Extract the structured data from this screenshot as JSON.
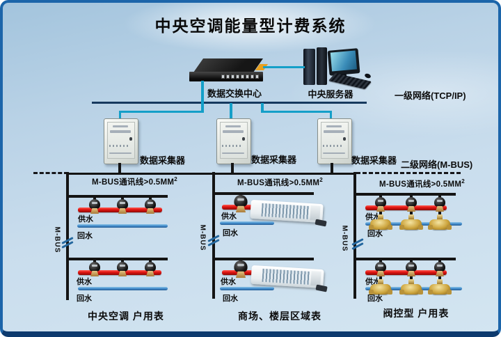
{
  "title": "中央空调能量型计费系统",
  "topology": {
    "switch_label": "数据交换中心",
    "server_label": "中央服务器",
    "level1_network_label": "一级网络(TCP/IP)",
    "level2_network_label": "二级网络(M-BUS)",
    "collector_label": "数据采集器",
    "riser_label": "M-BUS"
  },
  "labels": {
    "bus_line": "M-BUS通讯线>0.5MM",
    "bus_line_sup": "2",
    "supply": "供水",
    "return": "回水"
  },
  "sections": [
    {
      "caption": "中央空调 户用表"
    },
    {
      "caption": "商场、楼层区域表"
    },
    {
      "caption": "阀控型 户用表"
    }
  ],
  "colors": {
    "frame_border": "#1c65aa",
    "frame_border_bottom": "#0d3a6e",
    "level1_link": "#149fc8",
    "backbone_line": "#16395e",
    "bus_line": "#141414",
    "supply_pipe": "#e01410",
    "return_pipe": "#3d87c8",
    "valve_brass": "#cda53e"
  }
}
